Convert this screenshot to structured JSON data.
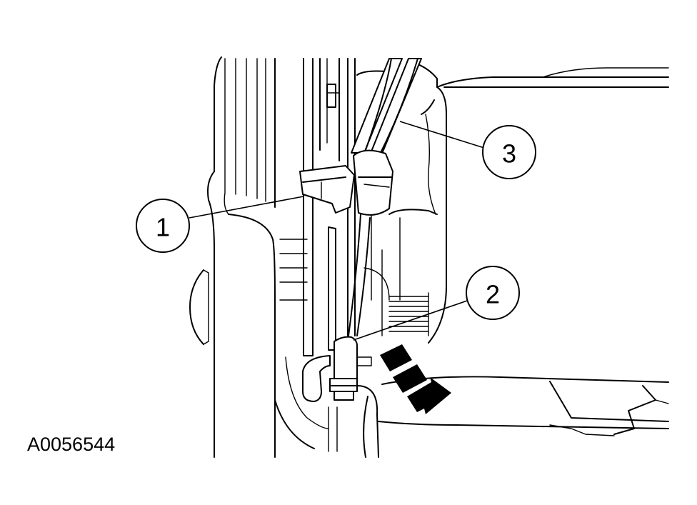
{
  "figure": {
    "id_label": "A0056544"
  },
  "callouts": [
    {
      "number": "1"
    },
    {
      "number": "2"
    },
    {
      "number": "3"
    }
  ],
  "colors": {
    "line": "#000000",
    "background": "#ffffff"
  }
}
